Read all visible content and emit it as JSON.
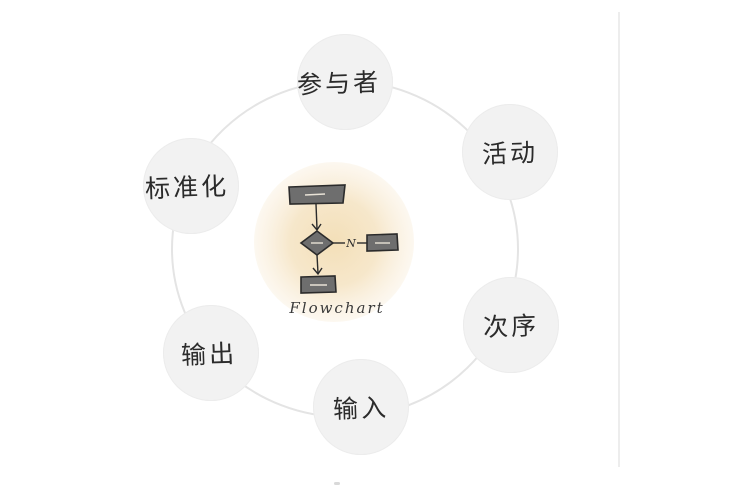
{
  "diagram": {
    "center": {
      "caption": "Flowchart",
      "branch_label": "N",
      "glow_color": "#f3dfb8"
    },
    "nodes": [
      {
        "id": "participants",
        "label": "参与者"
      },
      {
        "id": "activity",
        "label": "活动"
      },
      {
        "id": "sequence",
        "label": "次序"
      },
      {
        "id": "input",
        "label": "输入"
      },
      {
        "id": "output",
        "label": "输出"
      },
      {
        "id": "standard",
        "label": "标准化"
      }
    ],
    "colors": {
      "ring": "#e4e4e4",
      "node_fill": "#f2f2f2",
      "ink": "#2b2b2b",
      "shape_fill": "#6e6e6e"
    }
  }
}
